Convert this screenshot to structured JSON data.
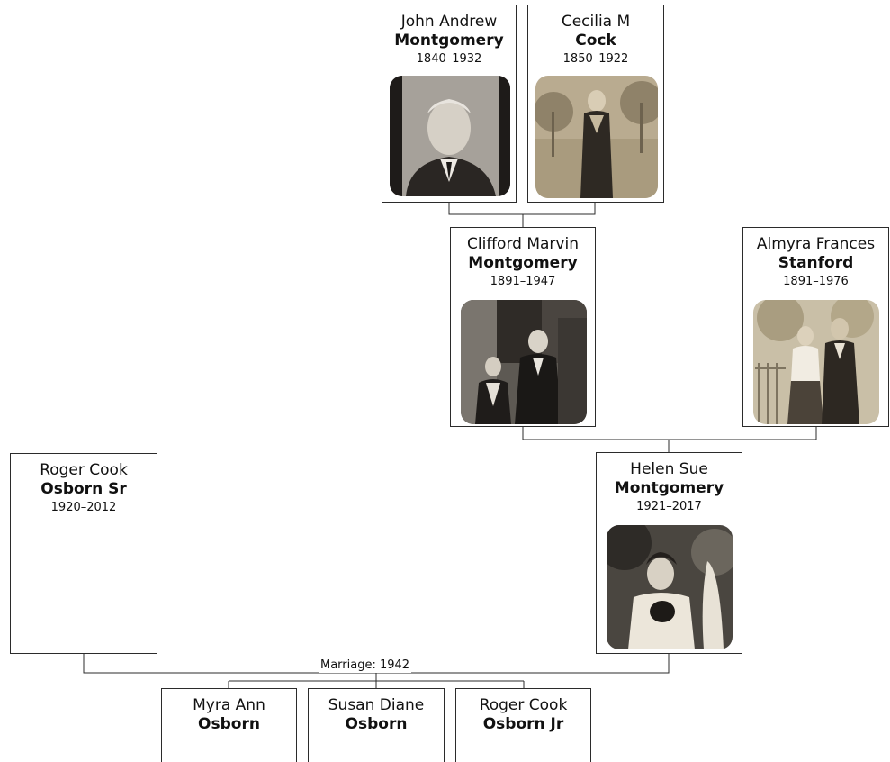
{
  "people": {
    "john_andrew": {
      "given": "John Andrew",
      "surname": "Montgomery",
      "dates": "1840–1932"
    },
    "cecilia": {
      "given": "Cecilia M",
      "surname": "Cock",
      "dates": "1850–1922"
    },
    "clifford": {
      "given": "Clifford Marvin",
      "surname": "Montgomery",
      "dates": "1891–1947"
    },
    "almyra": {
      "given": "Almyra Frances",
      "surname": "Stanford",
      "dates": "1891–1976"
    },
    "roger_sr": {
      "given": "Roger Cook",
      "surname": "Osborn Sr",
      "dates": "1920–2012"
    },
    "helen": {
      "given": "Helen Sue",
      "surname": "Montgomery",
      "dates": "1921–2017"
    },
    "myra": {
      "given": "Myra Ann",
      "surname": "Osborn"
    },
    "susan": {
      "given": "Susan Diane",
      "surname": "Osborn"
    },
    "roger_jr": {
      "given": "Roger Cook",
      "surname": "Osborn Jr"
    }
  },
  "marriage_label": "Marriage: 1942",
  "colors": {
    "line": "#2b2b2b",
    "border": "#2b2b2b",
    "photo_sepia": "#b9a98a",
    "photo_dark": "#3a3530"
  }
}
